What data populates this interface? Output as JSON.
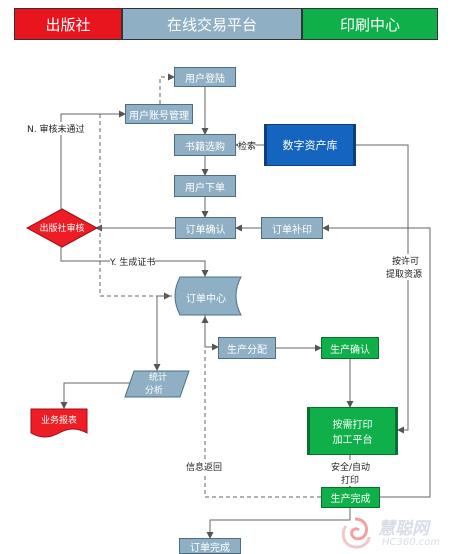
{
  "colors": {
    "publisher": "#e8141e",
    "platform": "#8fb0c4",
    "printing": "#0fb04a",
    "asset": "#1565c0",
    "review": "#ee1c24"
  },
  "lanes": {
    "publisher": "出版社",
    "platform": "在线交易平台",
    "printing": "印刷中心"
  },
  "nodes": {
    "user_login": "用户登陆",
    "account_mgmt": "用户账号管理",
    "book_select": "书籍选购",
    "digital_asset": "数字资产库",
    "place_order": "用户下单",
    "order_confirm": "订单确认",
    "order_reprint": "订单补印",
    "publisher_review": "出版社审核",
    "order_center": "订单中心",
    "production_assign": "生产分配",
    "production_confirm": "生产确认",
    "stats_line1": "统计",
    "stats_line2": "分析",
    "business_report": "业务报表",
    "pod_line1": "按需打印",
    "pod_line2": "加工平台",
    "production_done": "生产完成",
    "order_done": "订单完成"
  },
  "labels": {
    "review_failed": "N. 审核未通过",
    "search": "检索",
    "generate_cert": "Y. 生成证书",
    "extract_line1": "按许可",
    "extract_line2": "提取资源",
    "info_return": "信息返回",
    "print_line1": "安全/自动",
    "print_line2": "打印"
  },
  "watermark": {
    "brand": "慧聪网",
    "site": "HC360.com"
  }
}
